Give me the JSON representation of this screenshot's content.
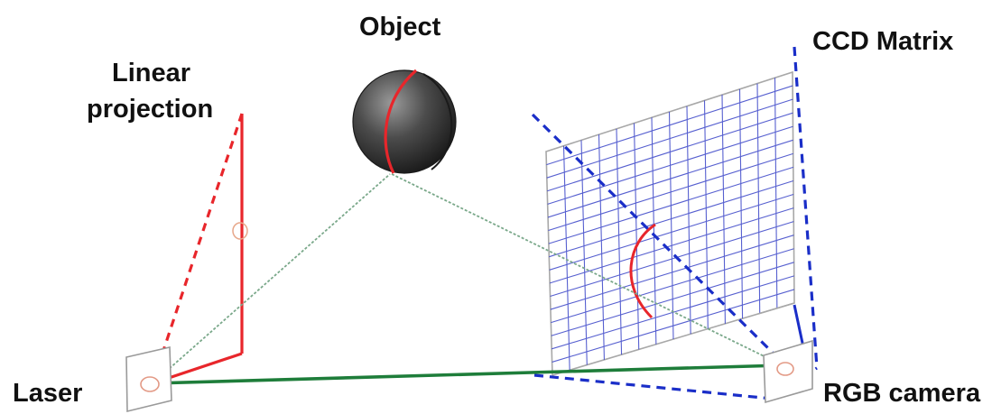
{
  "labels": {
    "object": "Object",
    "ccd_matrix": "CCD Matrix",
    "linear_projection_line1": "Linear",
    "linear_projection_line2": "projection",
    "laser": "Laser",
    "rgb_camera": "RGB camera"
  },
  "colors": {
    "laser_line": "#e8262b",
    "baseline": "#1e7d3a",
    "ray": "#7aa88a",
    "grid": "#3a45c8",
    "grid_border": "#a8a8a8",
    "camera_axis": "#1a2ec8",
    "sphere": "#4a4a4a",
    "text": "#111111"
  }
}
